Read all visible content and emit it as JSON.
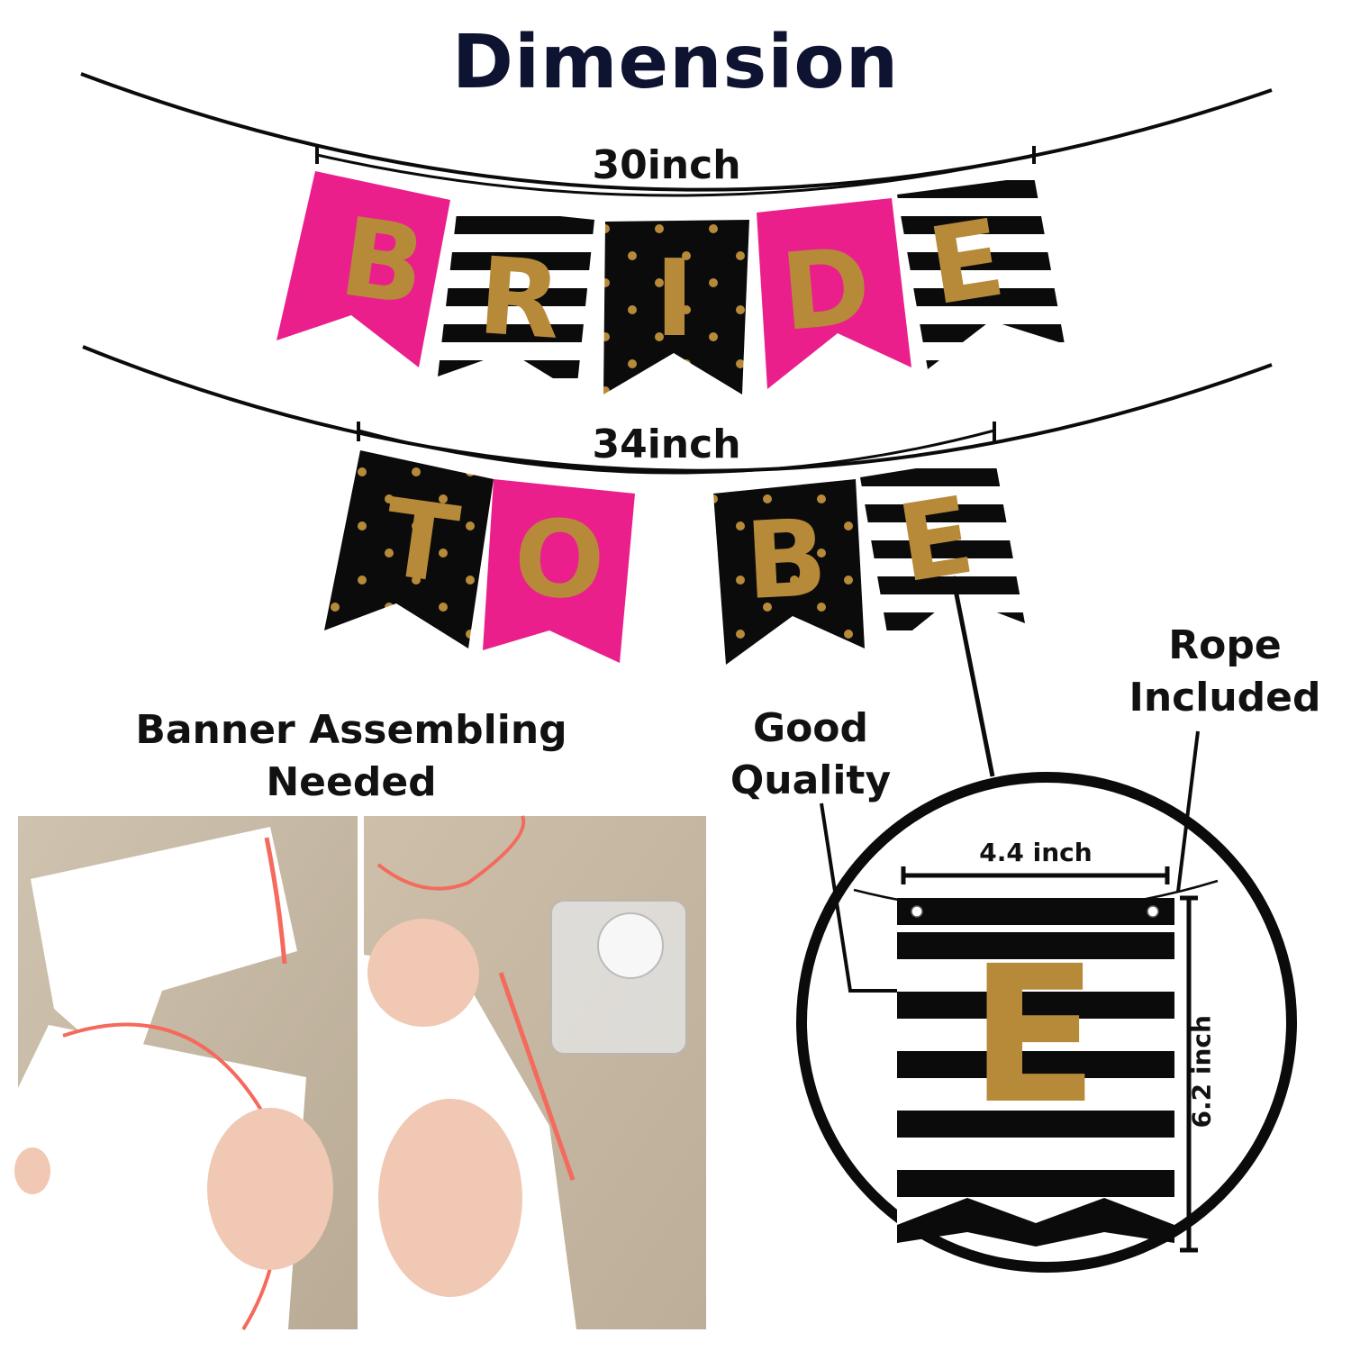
{
  "title": "Dimension",
  "banner_top": {
    "width_label": "30inch",
    "letters": [
      "B",
      "R",
      "I",
      "D",
      "E"
    ]
  },
  "banner_bottom": {
    "width_label": "34inch",
    "letters": [
      "T",
      "O",
      "B",
      "E"
    ]
  },
  "assembly_label_line1": "Banner Assembling",
  "assembly_label_line2": "Needed",
  "quality_label_line1": "Good",
  "quality_label_line2": "Quality",
  "rope_label_line1": "Rope",
  "rope_label_line2": "Included",
  "detail": {
    "letter": "E",
    "width_label": "4.4 inch",
    "height_label": "6.2 inch"
  },
  "colors": {
    "pink": "#ea1f8c",
    "black": "#0b0b0b",
    "gold": "#b78a3a",
    "title": "#0d1330"
  }
}
